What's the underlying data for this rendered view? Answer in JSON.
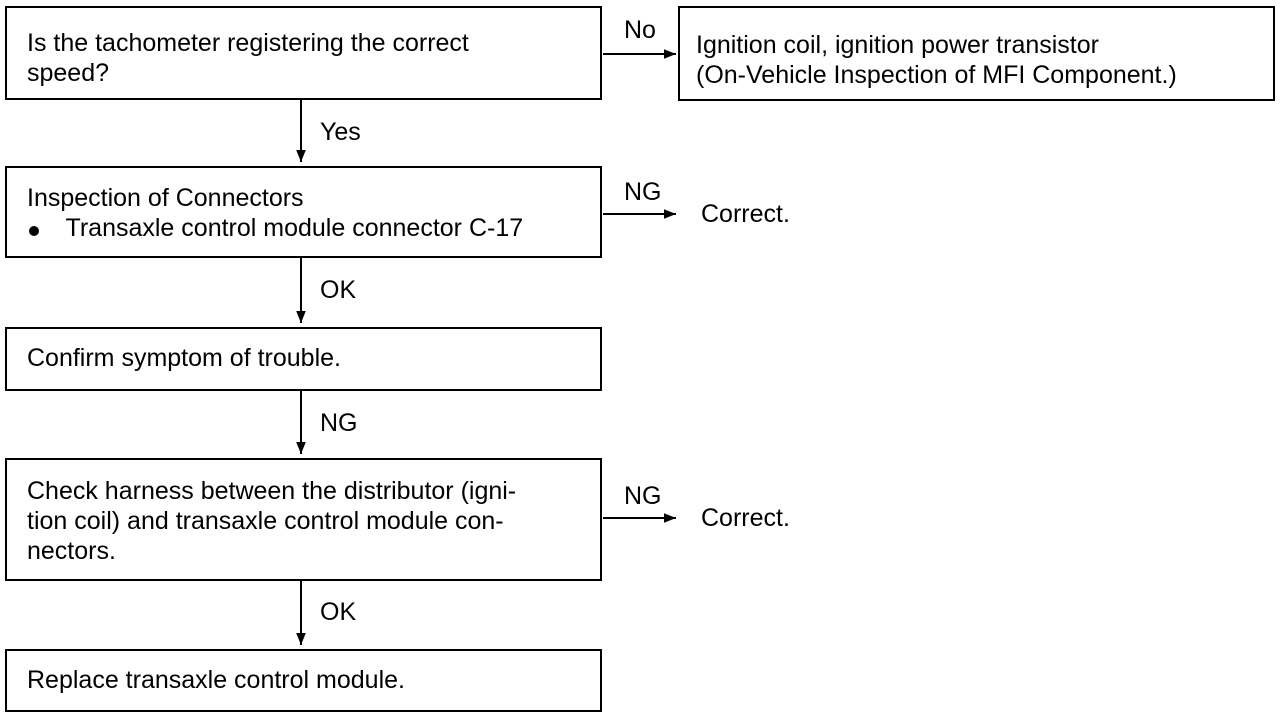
{
  "steps": [
    {
      "lines": [
        "Is the tachometer registering the correct",
        "speed?"
      ]
    },
    {
      "title": "Inspection of Connectors",
      "bullet": "Transaxle control module connector C-17"
    },
    {
      "lines": [
        "Confirm symptom of trouble."
      ]
    },
    {
      "lines": [
        "Check harness between the distributor (igni-",
        "tion coil) and transaxle control module con-",
        "nectors."
      ]
    },
    {
      "lines": [
        "Replace transaxle control module."
      ]
    }
  ],
  "side_result": {
    "lines": [
      "Ignition coil, ignition power transistor",
      "(On-Vehicle Inspection of MFI Component.)"
    ]
  },
  "vertical_labels": [
    "Yes",
    "OK",
    "NG",
    "OK"
  ],
  "horizontal_labels": [
    "No",
    "NG",
    "NG"
  ],
  "correct_texts": [
    "Correct.",
    "Correct."
  ]
}
